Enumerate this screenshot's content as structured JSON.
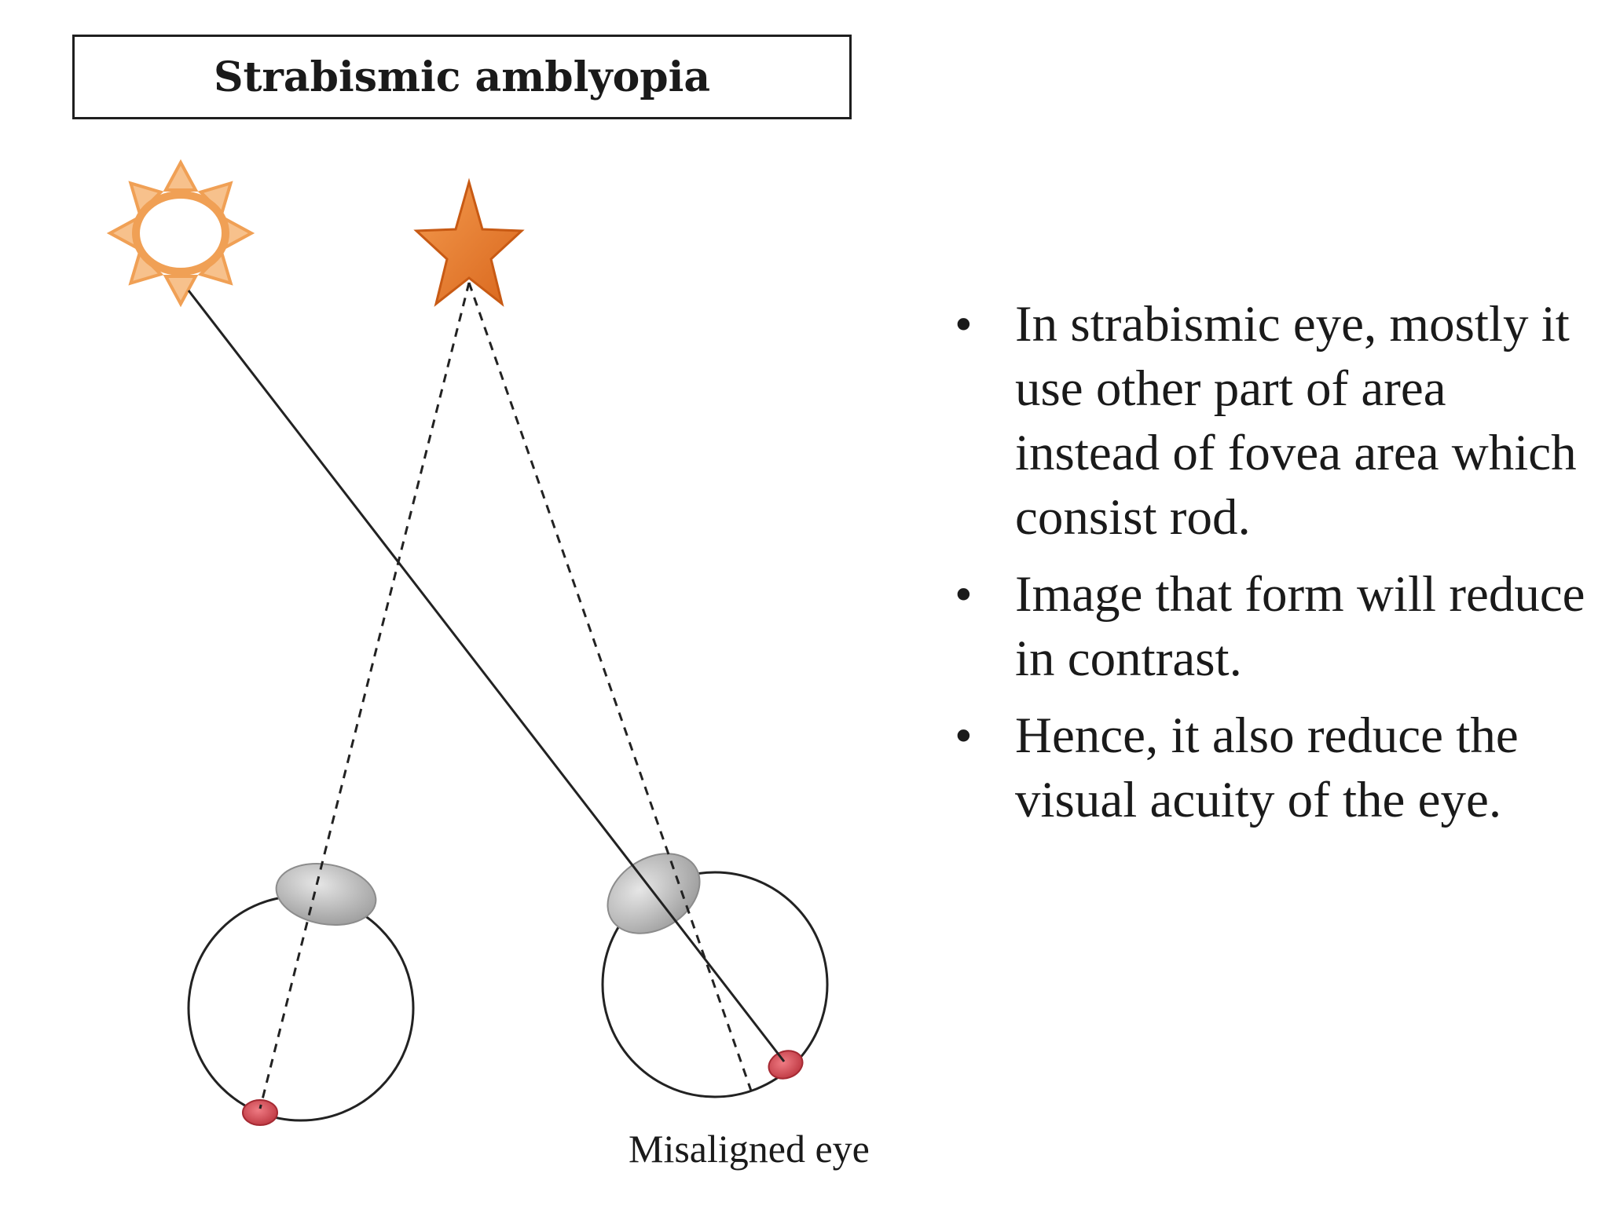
{
  "title": "Strabismic amblyopia",
  "diagram": {
    "caption": "Misaligned eye",
    "objects": [
      "sun-icon",
      "star-icon"
    ],
    "colors": {
      "sun": "#f0a055",
      "star": "#e8782a",
      "lens": "#b8b8b8",
      "fovea": "#d0454f",
      "line": "#222222"
    }
  },
  "bullets": {
    "marker": "•",
    "items": [
      "In strabismic eye, mostly it use other part of area instead of fovea area which consist rod.",
      "Image that form will reduce in contrast.",
      "Hence, it also reduce the visual acuity of the eye."
    ]
  }
}
